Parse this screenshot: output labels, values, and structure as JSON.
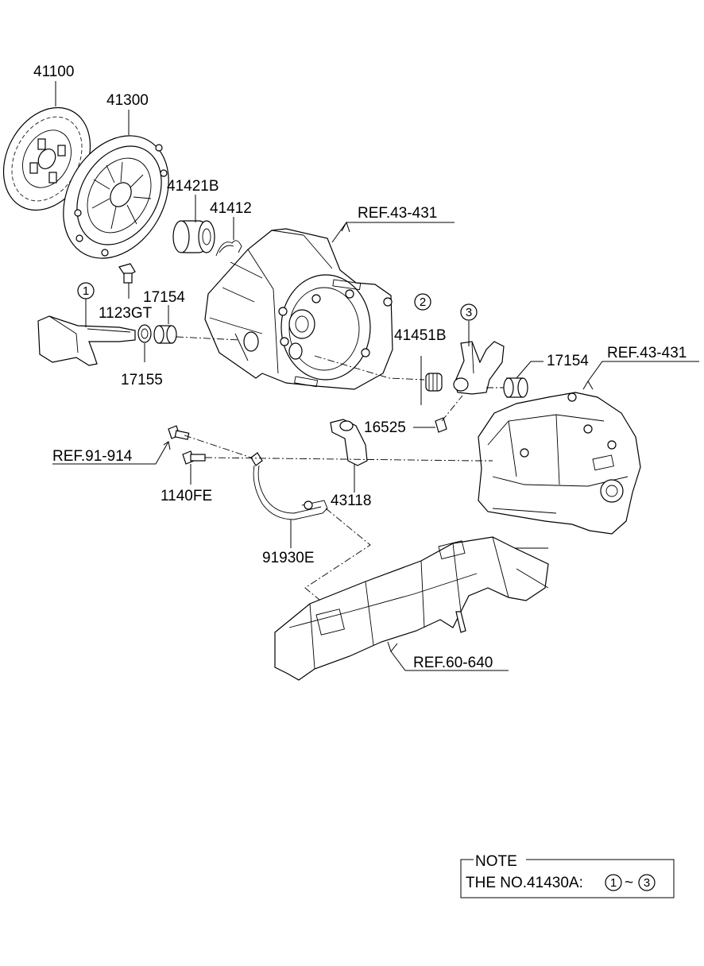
{
  "labels": {
    "disc": "41100",
    "cover": "41300",
    "bearing": "41421B",
    "clip": "41412",
    "ref_housing": "REF.43-431",
    "bolt": "1123GT",
    "bush_a": "17154",
    "bush_b": "17155",
    "spring": "41451B",
    "bush_c": "17154",
    "ref_trans": "REF.43-431",
    "pin": "16525",
    "ref_cable": "REF.91-914",
    "screw": "1140FE",
    "bracket": "43118",
    "wire": "91930E",
    "ref_frame": "REF.60-640"
  },
  "callouts": {
    "one": "1",
    "two": "2",
    "three": "3"
  },
  "note": {
    "title": "NOTE",
    "text": "THE NO.41430A:",
    "range_from": "1",
    "range_sep": "~",
    "range_to": "3"
  }
}
